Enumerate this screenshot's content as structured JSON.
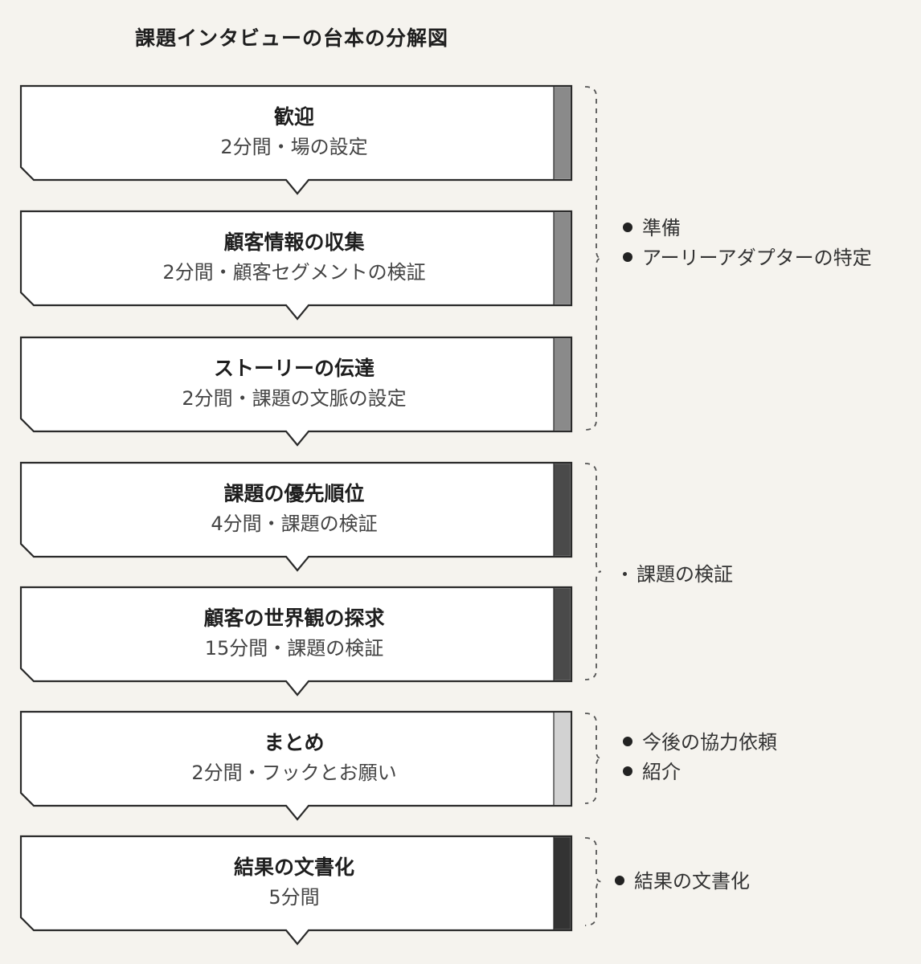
{
  "title": "課題インタビューの台本の分解図",
  "steps": [
    {
      "title": "歓迎",
      "subtitle": "2分間・場の設定",
      "accent": "#8a8a8a"
    },
    {
      "title": "顧客情報の収集",
      "subtitle": "2分間・顧客セグメントの検証",
      "accent": "#8a8a8a"
    },
    {
      "title": "ストーリーの伝達",
      "subtitle": "2分間・課題の文脈の設定",
      "accent": "#8a8a8a"
    },
    {
      "title": "課題の優先順位",
      "subtitle": "4分間・課題の検証",
      "accent": "#4a4a4a"
    },
    {
      "title": "顧客の世界観の探求",
      "subtitle": "15分間・課題の検証",
      "accent": "#4a4a4a"
    },
    {
      "title": "まとめ",
      "subtitle": "2分間・フックとお願い",
      "accent": "#d2d2d2"
    },
    {
      "title": "結果の文書化",
      "subtitle": "5分間",
      "accent": "#333333"
    }
  ],
  "groups": [
    {
      "bullet": "filled",
      "items": [
        "準備",
        "アーリーアダプターの特定"
      ]
    },
    {
      "bullet": "small",
      "items": [
        "課題の検証"
      ]
    },
    {
      "bullet": "filled",
      "items": [
        "今後の協力依頼",
        "紹介"
      ]
    },
    {
      "bullet": "filled",
      "items": [
        "結果の文書化"
      ]
    }
  ]
}
